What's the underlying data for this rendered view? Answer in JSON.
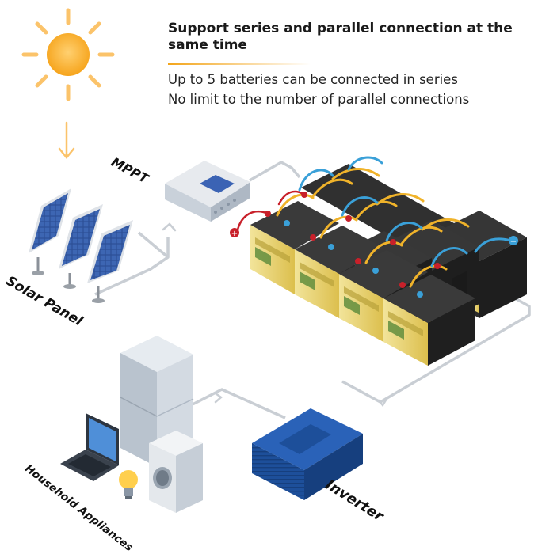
{
  "header": {
    "title": "Support series and parallel connection at the same time",
    "line1": "Up to 5 batteries can be connected in series",
    "line2": "No limit to the number of parallel connections"
  },
  "labels": {
    "mppt": "MPPT",
    "solar_panel": "Solar Panel",
    "inverter": "Inverter",
    "household": "Household Appliances"
  },
  "terminals": {
    "positive": "+",
    "negative": "−"
  },
  "colors": {
    "sun": "#f6a41c",
    "sun_rays": "#fbc36a",
    "wire": "#c8cdd3",
    "battery_body": "#2a2a2a",
    "battery_label": "#e8d98a",
    "cable_yellow": "#f0b32a",
    "cable_blue": "#3aa0d8",
    "terminal_red": "#c8202a",
    "inverter_blue": "#1d4f9a",
    "panel_blue": "#2c4f96"
  }
}
